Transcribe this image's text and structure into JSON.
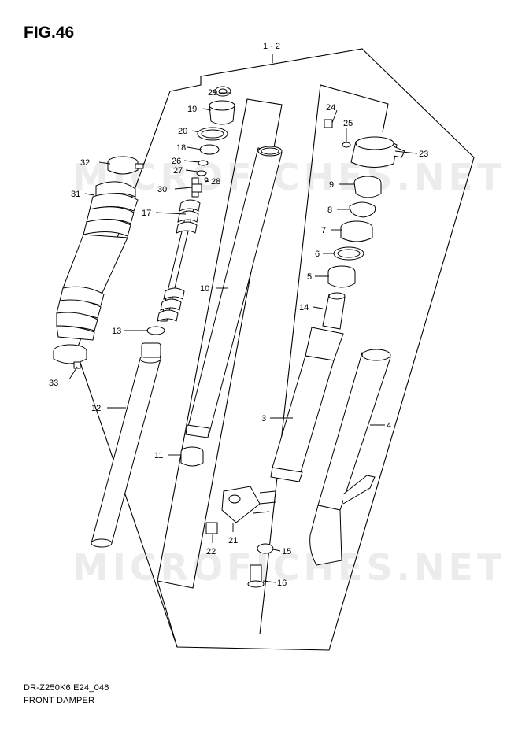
{
  "figure": {
    "title": "FIG.46",
    "code": "DR-Z250K6 E24_046",
    "name": "FRONT DAMPER",
    "watermark": "MICROFICHES.NET",
    "assembly_label": "1 · 2"
  },
  "callouts": {
    "p3": "3",
    "p4": "4",
    "p5": "5",
    "p6": "6",
    "p7": "7",
    "p8": "8",
    "p9": "9",
    "p10": "10",
    "p11": "11",
    "p12": "12",
    "p13": "13",
    "p14": "14",
    "p15": "15",
    "p16": "16",
    "p17": "17",
    "p18": "18",
    "p19": "19",
    "p20": "20",
    "p21": "21",
    "p22": "22",
    "p23": "23",
    "p24": "24",
    "p25": "25",
    "p26": "26",
    "p27": "27",
    "p28": "28",
    "p29": "29",
    "p30": "30",
    "p31": "31",
    "p32": "32",
    "p33": "33"
  }
}
